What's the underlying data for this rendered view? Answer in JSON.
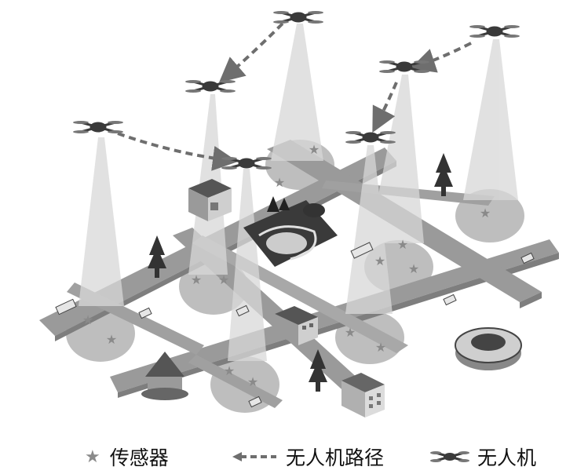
{
  "legend": {
    "sensor_label": "传感器",
    "path_label": "无人机路径",
    "uav_label": "无人机"
  },
  "colors": {
    "road": "#9a9a9a",
    "road_dark": "#7e7e7e",
    "zone": "#b3b3b3",
    "beam": "#d8d8d8",
    "drone": "#3a3a3a",
    "path": "#6e6e6e",
    "star": "#8a8a8a",
    "tree": "#333333",
    "building": "#cfcfcf",
    "background": "#ffffff"
  },
  "icons": {
    "sensor": "star-icon",
    "path": "dashed-arrow-icon",
    "uav": "quadcopter-icon",
    "tree": "tree-icon",
    "building": "building-icon",
    "stadium": "stadium-icon",
    "park": "park-icon",
    "vehicle": "vehicle-icon"
  }
}
